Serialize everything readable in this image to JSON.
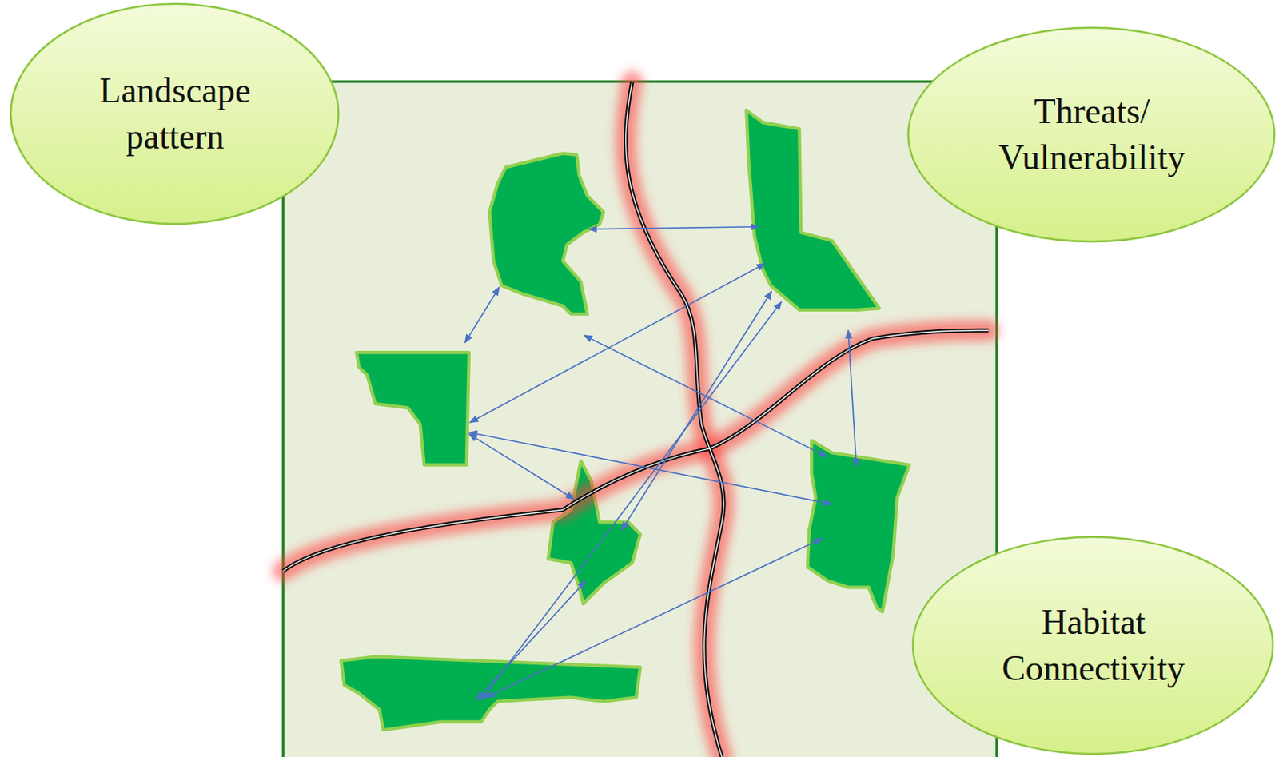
{
  "diagram": {
    "nodes": [
      {
        "text": [
          "Landscape pattern"
        ]
      },
      {
        "text": [
          "Threats/ Vulnerability"
        ]
      },
      {
        "text": [
          "Habitat Connectivity"
        ]
      }
    ]
  }
}
